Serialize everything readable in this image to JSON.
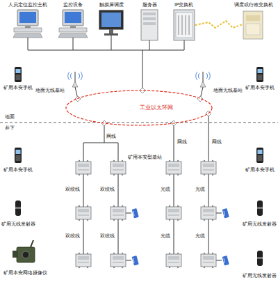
{
  "diagram": {
    "nodes": [
      {
        "text": [
          "工业以太环网"
        ]
      }
    ],
    "labels": [
      "人员定位监控主机",
      "监控设备",
      "触摸屏调度",
      "服务器",
      "IP交换机",
      "调度或行政交换机",
      "矿用本安手机",
      "地面无线基站",
      "地面无线基站",
      "矿用本安手机",
      "地面",
      "井下",
      "矿用本安手机",
      "网线",
      "网线",
      "网线",
      "矿用本安手机",
      "矿用本安型基站",
      "双绞线",
      "双绞线",
      "光缆",
      "光缆",
      "矿用无线发射器",
      "矿用无线发射器",
      "双绞线",
      "双绞线",
      "光缆",
      "光缆",
      "矿用本安网络摄像仪",
      "矿用无线发射器"
    ]
  }
}
